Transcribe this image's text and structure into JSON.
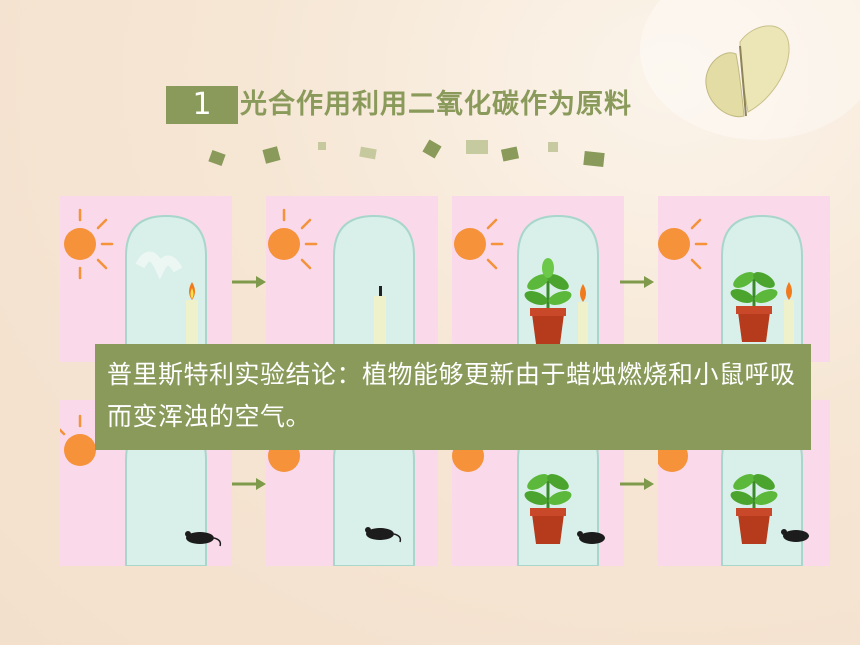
{
  "title": {
    "number": "1",
    "text": "光合作用利用二氧化碳作为原料"
  },
  "conclusion": {
    "text": "普里斯特利实验结论：植物能够更新由于蜡烛燃烧和小鼠呼吸而变浑浊的空气。"
  },
  "colors": {
    "accent": "#8a9a5b",
    "panel": "#f9d9ea",
    "sun": "#f5923a",
    "background": "#f7eadb"
  },
  "icons": [
    "sun-icon",
    "bell-jar-icon",
    "candle-icon",
    "plant-pot-icon",
    "mouse-icon",
    "butterfly-icon",
    "right-arrow-icon"
  ]
}
